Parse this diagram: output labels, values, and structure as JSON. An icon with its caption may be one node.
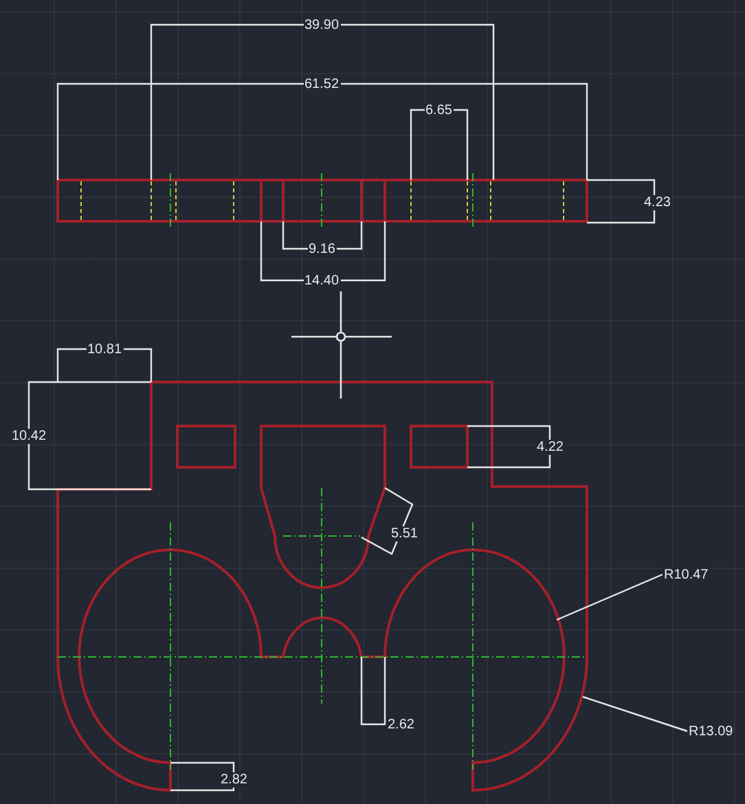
{
  "diagram": {
    "nodes": [
      {
        "text": [
          "R10.47"
        ]
      },
      {
        "text": [
          "R13.09"
        ]
      }
    ],
    "edges": [
      {
        "from": 0,
        "to": null,
        "arrow": "none"
      },
      {
        "from": 1,
        "to": null,
        "arrow": "none"
      }
    ],
    "labels": [
      "39.90",
      "61.52",
      "6.65",
      "4.23",
      "9.16",
      "14.40",
      "10.81",
      "10.42",
      "4.22",
      "5.51",
      "2.62",
      "2.82"
    ]
  }
}
